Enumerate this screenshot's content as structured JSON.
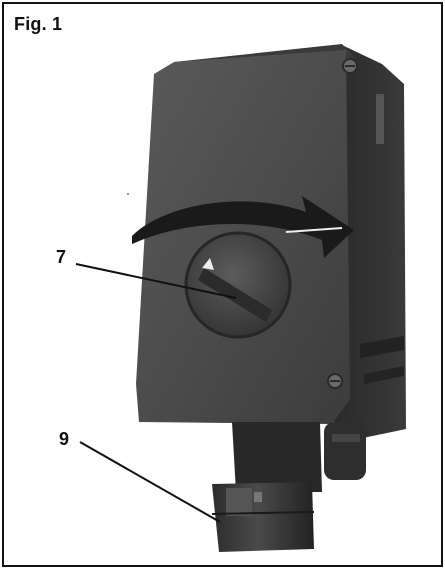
{
  "figure": {
    "label": "Fig. 1"
  },
  "callouts": [
    {
      "number": "7"
    },
    {
      "number": "9"
    }
  ],
  "colors": {
    "frame": "#111111",
    "housing": "#4a4a4a",
    "housing_dark": "#2e2e2e",
    "arrow": "#1a1a1a"
  }
}
